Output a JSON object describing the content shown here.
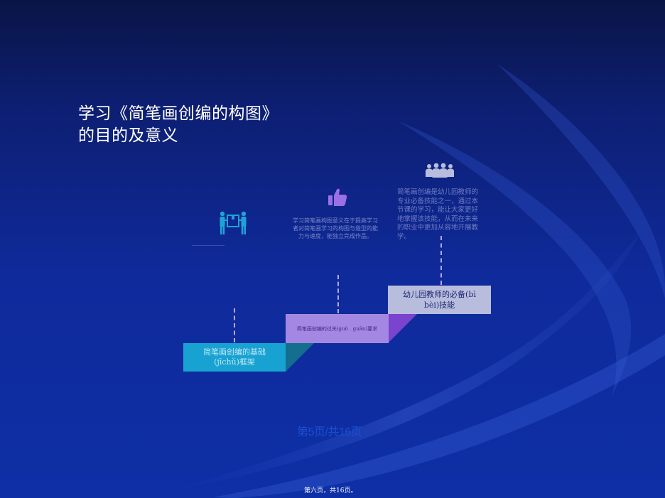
{
  "slide": {
    "title_line1": "学习《简笔画创编的构图》",
    "title_line2": "的目的及意义"
  },
  "steps": [
    {
      "label": "简笔画创编的基础(jīchǔ)框架",
      "color": "#18a2d2"
    },
    {
      "label": "简笔画创编的过关(guò﹒guān)要求",
      "color": "#a487e3"
    },
    {
      "label": "幼儿园教师的必备(bì bèi)技能",
      "color": "#b9bddd"
    }
  ],
  "descriptions": {
    "middle": "学习简笔画构图意义在于提高学习者对简笔画学习的构图与造型的能力与速度，能独立完成作品。",
    "right": "简笔画创编是幼儿园教师的专业必备技能之一，通过本节课的学习，能让大家更好地掌握该技能，从而在未来的职业中更加从容地开展教学。"
  },
  "icons": {
    "left": "people-carrying-box-icon",
    "middle": "thumbs-up-icon",
    "right": "group-of-people-icon"
  },
  "page_indicator": "第5页/共16页",
  "footer": "第六页，共16页。",
  "colors": {
    "background": "#0f2a9a",
    "icon": "#1fa3d6"
  }
}
